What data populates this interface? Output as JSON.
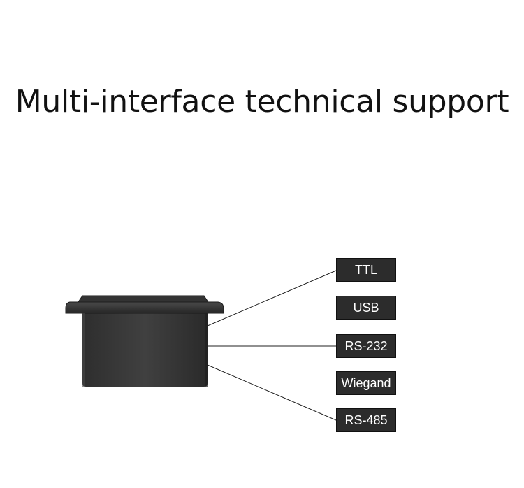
{
  "headline": "Multi-interface technical support",
  "device": {
    "icon": "card-reader-device-icon"
  },
  "interfaces": [
    {
      "label": "TTL",
      "connected": true
    },
    {
      "label": "USB",
      "connected": false
    },
    {
      "label": "RS-232",
      "connected": true
    },
    {
      "label": "Wiegand",
      "connected": false
    },
    {
      "label": "RS-485",
      "connected": true
    }
  ],
  "colors": {
    "background": "#ffffff",
    "text": "#111111",
    "tag_fill": "#2c2c2c",
    "tag_text": "#ffffff",
    "device_body": "#3a3a3a",
    "line": "#222222"
  }
}
